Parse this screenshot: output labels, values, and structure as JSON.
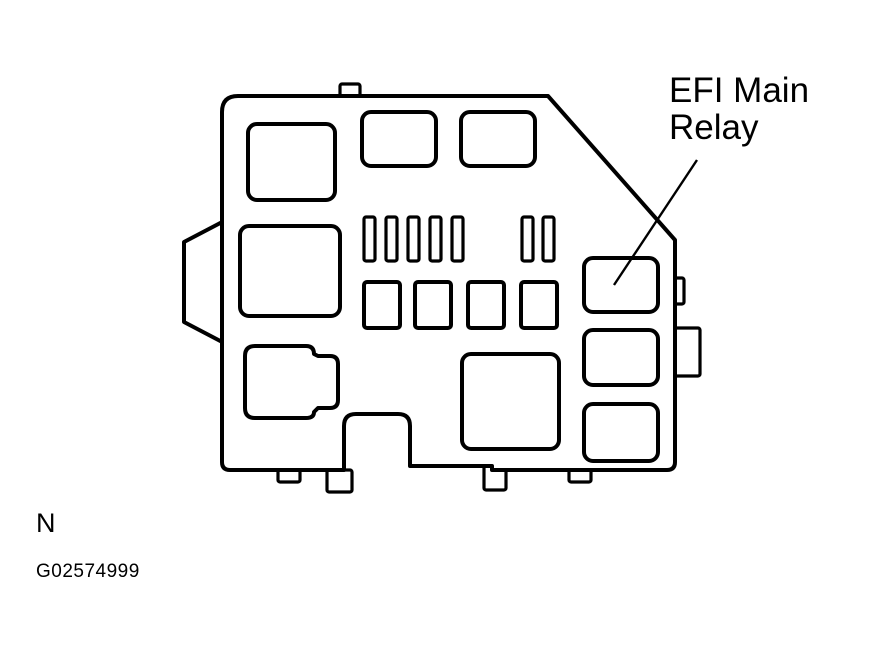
{
  "callout": {
    "line1": "EFI Main",
    "line2": "Relay"
  },
  "orientation_mark": "N",
  "figure_id": "G02574999",
  "colors": {
    "line": "#000000",
    "background": "#ffffff"
  }
}
